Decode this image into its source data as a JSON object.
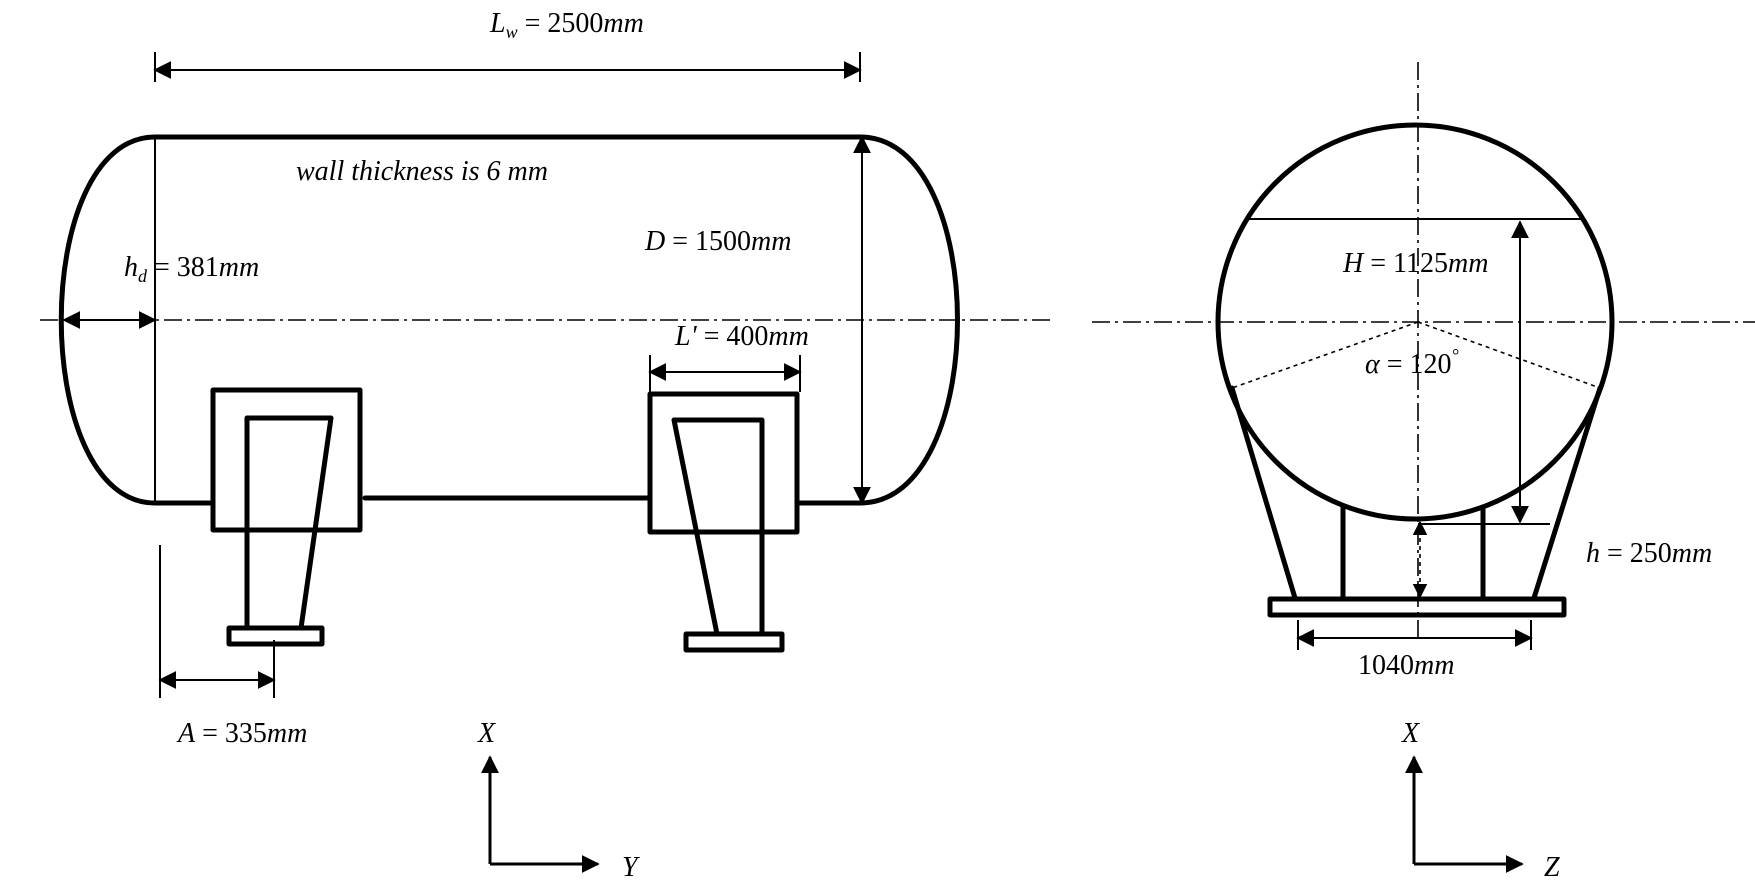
{
  "side_view": {
    "overall_length": {
      "symbol": "L",
      "subscript": "w",
      "value": " = 2500",
      "unit": "mm"
    },
    "wall_note": "wall thickness is 6 mm",
    "diameter": {
      "symbol": "D",
      "value": " = 1500",
      "unit": "mm"
    },
    "head_depth": {
      "symbol": "h",
      "subscript": "d",
      "value": " = 381",
      "unit": "mm"
    },
    "saddle_width": {
      "symbol": "L'",
      "value": " = 400",
      "unit": "mm"
    },
    "saddle_offset": {
      "symbol": "A",
      "value": " = 335",
      "unit": "mm"
    },
    "axes": {
      "vertical": "X",
      "horizontal": "Y"
    }
  },
  "end_view": {
    "liquid_height": {
      "symbol": "H",
      "value": " = 1125",
      "unit": "mm"
    },
    "contact_angle": {
      "symbol": "α",
      "value": " = 120",
      "degree": "°"
    },
    "saddle_height": {
      "symbol": "h",
      "value": " = 250",
      "unit": "mm"
    },
    "base_width": {
      "value": "1040",
      "unit": "mm"
    },
    "axes": {
      "vertical": "X",
      "horizontal": "Z"
    }
  }
}
